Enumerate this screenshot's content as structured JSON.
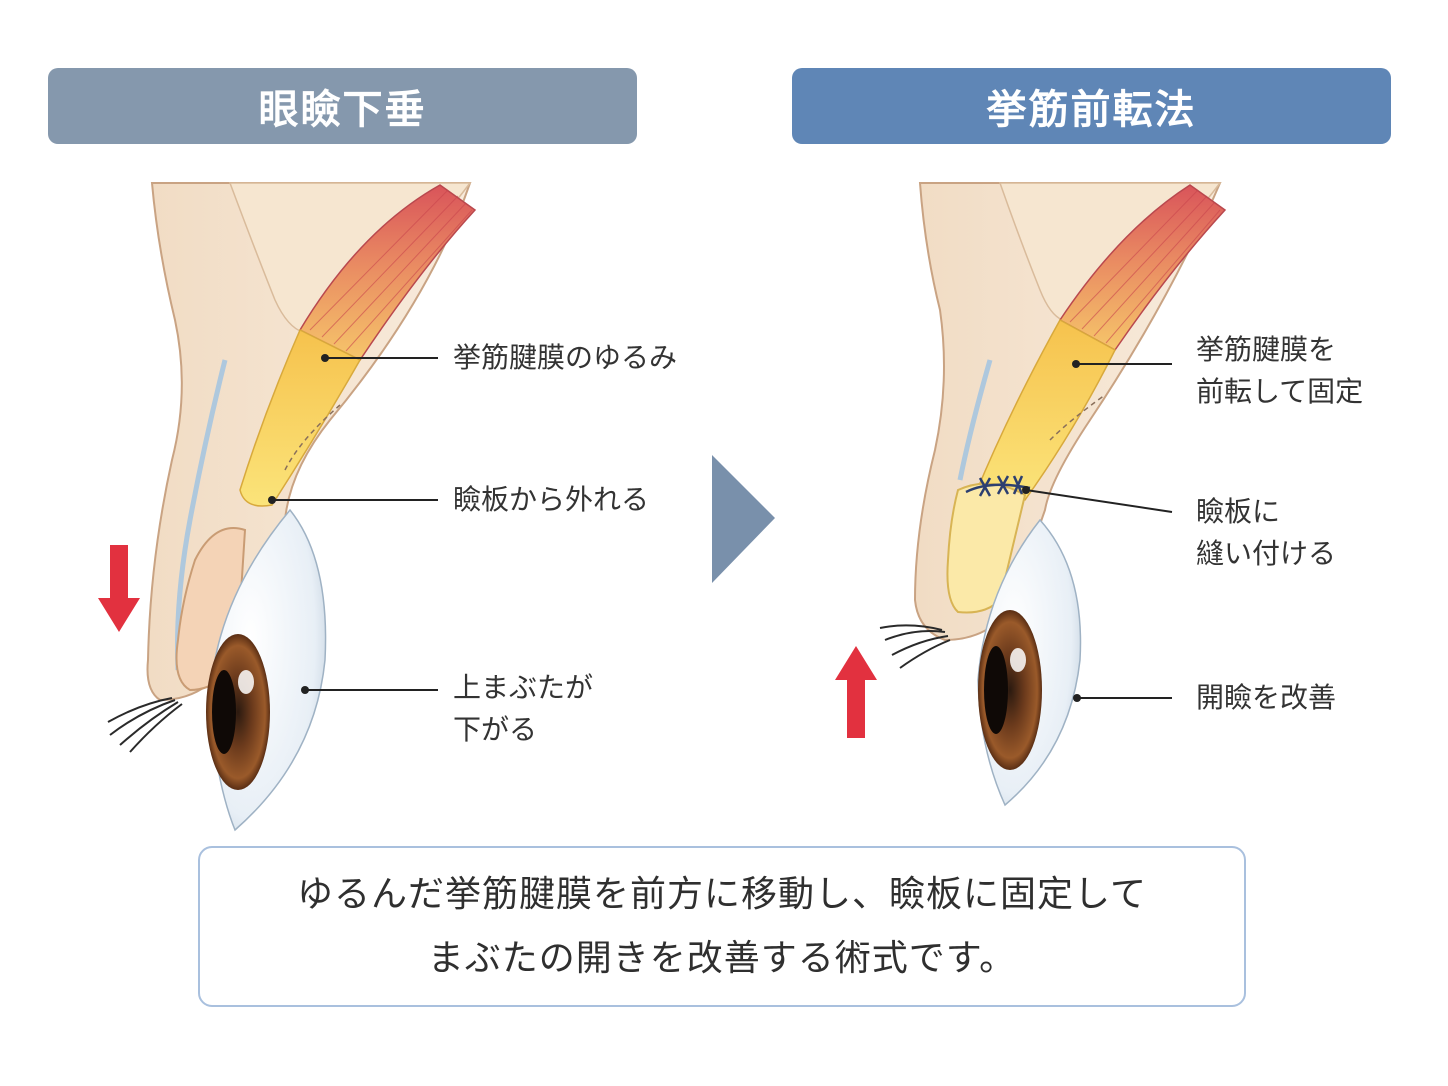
{
  "panels": {
    "left": {
      "title": "眼瞼下垂",
      "labels": {
        "aponeurosis": "挙筋腱膜のゆるみ",
        "detached": "瞼板から外れる",
        "eyelid": "上まぶたが\n下がる"
      },
      "arrow": "down",
      "arrow_color": "#e2313f"
    },
    "right": {
      "title": "挙筋前転法",
      "labels": {
        "aponeurosis": "挙筋腱膜を\n前転して固定",
        "sutured": "瞼板に\n縫い付ける",
        "eyelid": "開瞼を改善"
      },
      "arrow": "up",
      "arrow_color": "#e2313f"
    }
  },
  "transition_arrow": {
    "icon": "chevron-right-icon",
    "color": "#7990ab"
  },
  "summary": {
    "text": "ゆるんだ挙筋腱膜を前方に移動し、瞼板に固定して\nまぶたの開きを改善する術式です。"
  },
  "colors": {
    "header_left": "#8598ad",
    "header_right": "#5f86b6",
    "summary_border": "#a9c0de"
  }
}
